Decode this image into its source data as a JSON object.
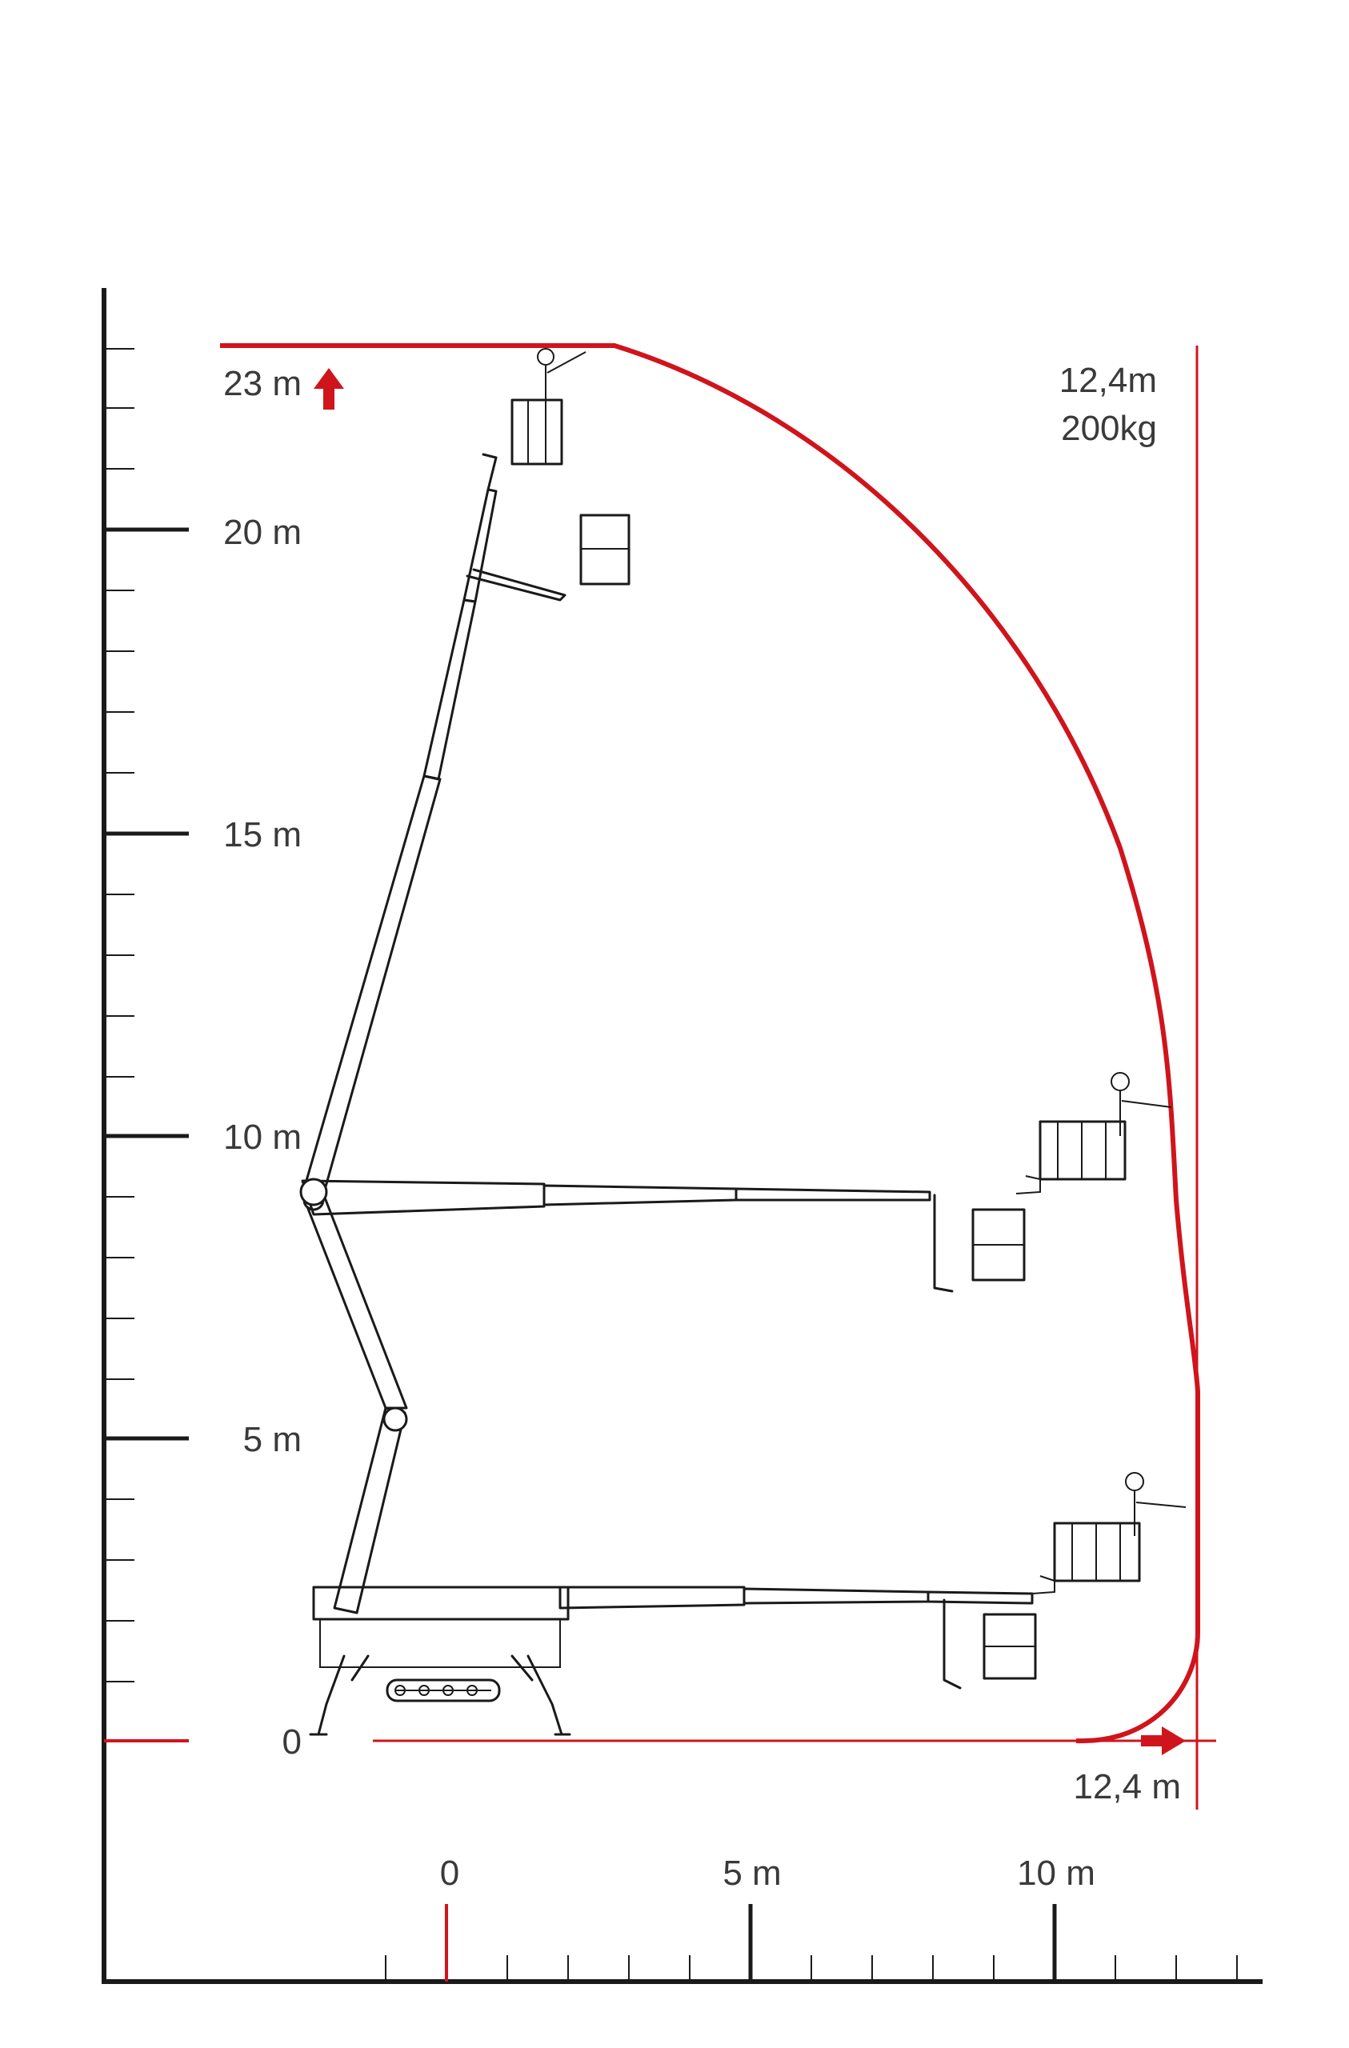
{
  "diagram": {
    "y_axis_labels": [
      "23 m",
      "20 m",
      "15 m",
      "10 m",
      "5 m",
      "0"
    ],
    "x_axis_labels": [
      "0",
      "5 m",
      "10 m"
    ],
    "max_height_label": "23 m",
    "max_outreach_label_top": "12,4m",
    "max_load_label": "200kg",
    "max_outreach_label_bottom": "12,4 m",
    "colors": {
      "envelope": "#d0141c",
      "axes": "#1a1a1a",
      "text": "#3a3a3a"
    }
  }
}
